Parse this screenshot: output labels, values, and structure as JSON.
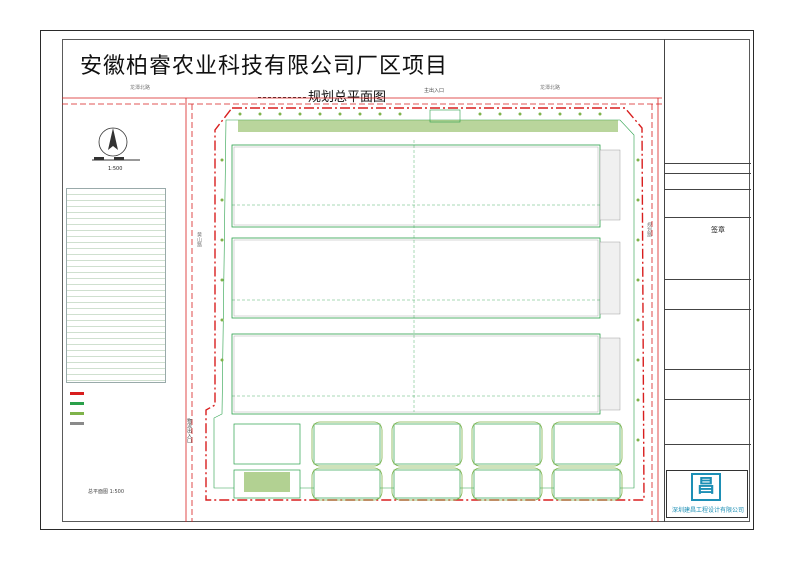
{
  "drawing": {
    "title": "安徽柏睿农业科技有限公司厂区项目",
    "subtitle": "规划总平面图",
    "scale": "1:500",
    "legend_caption": "总平面图",
    "legend_scale": "1:500"
  },
  "roads": {
    "north_left": "龙潭北路",
    "north_right": "龙潭北路",
    "west": "黄山路",
    "east": "规划路"
  },
  "gate_labels": {
    "main_entrance": "主出入口",
    "logistics_entrance": "物流出入口"
  },
  "right_panel": {
    "sign_label": "签章",
    "company_name": "深圳建昌工程设计有限公司",
    "logo_glyph": "昌"
  },
  "colors": {
    "site_boundary": "#d81e1e",
    "road_line": "#d81e1e",
    "green_fill": "#7fb34a",
    "building_outline": "#2aa04a",
    "title_text": "#111111",
    "company_blue": "#1d8fb5"
  }
}
